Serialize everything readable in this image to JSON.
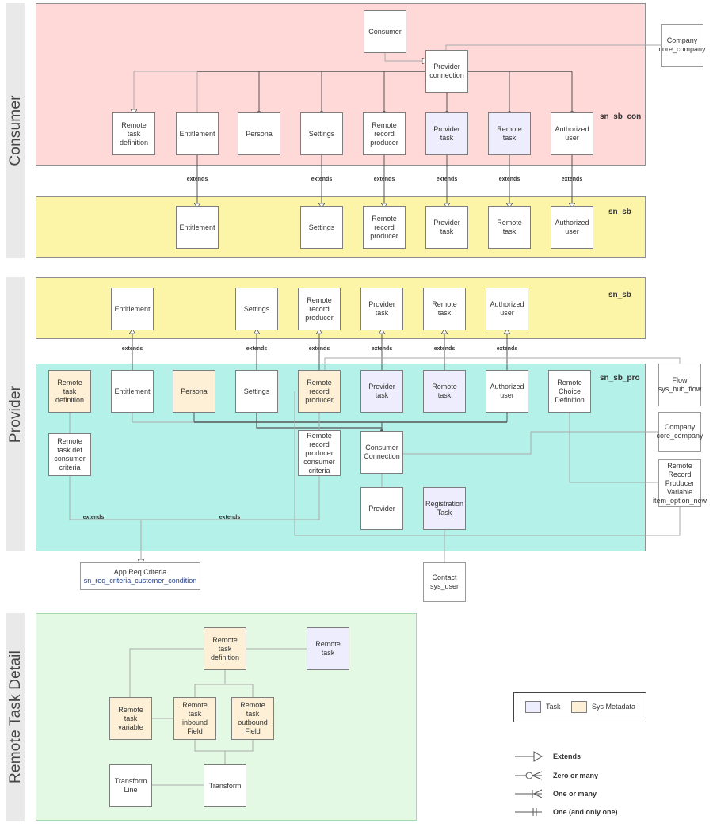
{
  "colors": {
    "consumer_container": "#ffd8d8",
    "sb_container": "#fcf5a8",
    "pro_container": "#b4f1e9",
    "detail_container": "#e3f9e3",
    "task": "#eeedfd",
    "sys_metadata": "#fdf0d6",
    "band": "#e9e9e9",
    "line": "#555555"
  },
  "bands": {
    "consumer": "Consumer",
    "provider": "Provider",
    "detail": "Remote Task Detail"
  },
  "containers": {
    "sn_sb_con": "sn_sb_con",
    "sn_sb_consumer_side": "sn_sb",
    "sn_sb_provider_side": "sn_sb",
    "sn_sb_pro": "sn_sb_pro"
  },
  "consumer": {
    "consumer": "Consumer",
    "provider_connection": "Provider\nconnection",
    "remote_task_definition": "Remote\ntask\ndefinition",
    "entitlement": "Entitlement",
    "persona": "Persona",
    "settings": "Settings",
    "remote_record_producer": "Remote\nrecord\nproducer",
    "provider_task": "Provider\ntask",
    "remote_task": "Remote\ntask",
    "authorized_user": "Authorized\nuser"
  },
  "external": {
    "company_consumer": "Company\ncore_company",
    "flow": "Flow\nsys_hub_flow",
    "company_provider": "Company\ncore_company",
    "rrp_variable": "Remote\nRecord\nProducer\nVariable\nitem_option_new",
    "app_req_title": "App Req Criteria",
    "app_req_table": "sn_req_criteria_customer_condition",
    "contact": "Contact\nsys_user"
  },
  "sb_consumer_side": {
    "entitlement": "Entitlement",
    "settings": "Settings",
    "remote_record_producer": "Remote\nrecord\nproducer",
    "provider_task": "Provider\ntask",
    "remote_task": "Remote\ntask",
    "authorized_user": "Authorized\nuser"
  },
  "sb_provider_side": {
    "entitlement": "Entitlement",
    "settings": "Settings",
    "remote_record_producer": "Remote\nrecord\nproducer",
    "provider_task": "Provider\ntask",
    "remote_task": "Remote\ntask",
    "authorized_user": "Authorized\nuser"
  },
  "provider": {
    "remote_task_definition": "Remote\ntask\ndefinition",
    "entitlement": "Entitlement",
    "persona": "Persona",
    "settings": "Settings",
    "remote_record_producer": "Remote\nrecord\nproducer",
    "provider_task": "Provider\ntask",
    "remote_task": "Remote\ntask",
    "authorized_user": "Authorized\nuser",
    "remote_choice_definition": "Remote\nChoice\nDefinition",
    "remote_task_def_consumer_criteria": "Remote\ntask def\nconsumer\ncriteria",
    "rrp_consumer_criteria": "Remote\nrecord\nproducer\nconsumer\ncriteria",
    "consumer_connection": "Consumer\nConnection",
    "provider": "Provider",
    "registration_task": "Registration\nTask"
  },
  "detail": {
    "remote_task_definition": "Remote\ntask\ndefinition",
    "remote_task": "Remote\ntask",
    "remote_task_variable": "Remote\ntask\nvariable",
    "inbound_field": "Remote\ntask\ninbound\nField",
    "outbound_field": "Remote\ntask\noutbound\nField",
    "transform_line": "Transform\nLine",
    "transform": "Transform"
  },
  "labels": {
    "extends": "extends"
  },
  "legend": {
    "task": "Task",
    "sys_metadata": "Sys Metadata",
    "extends": "Extends",
    "zero_or_many": "Zero or many",
    "one_or_many": "One or many",
    "one_only": "One (and only one)"
  }
}
